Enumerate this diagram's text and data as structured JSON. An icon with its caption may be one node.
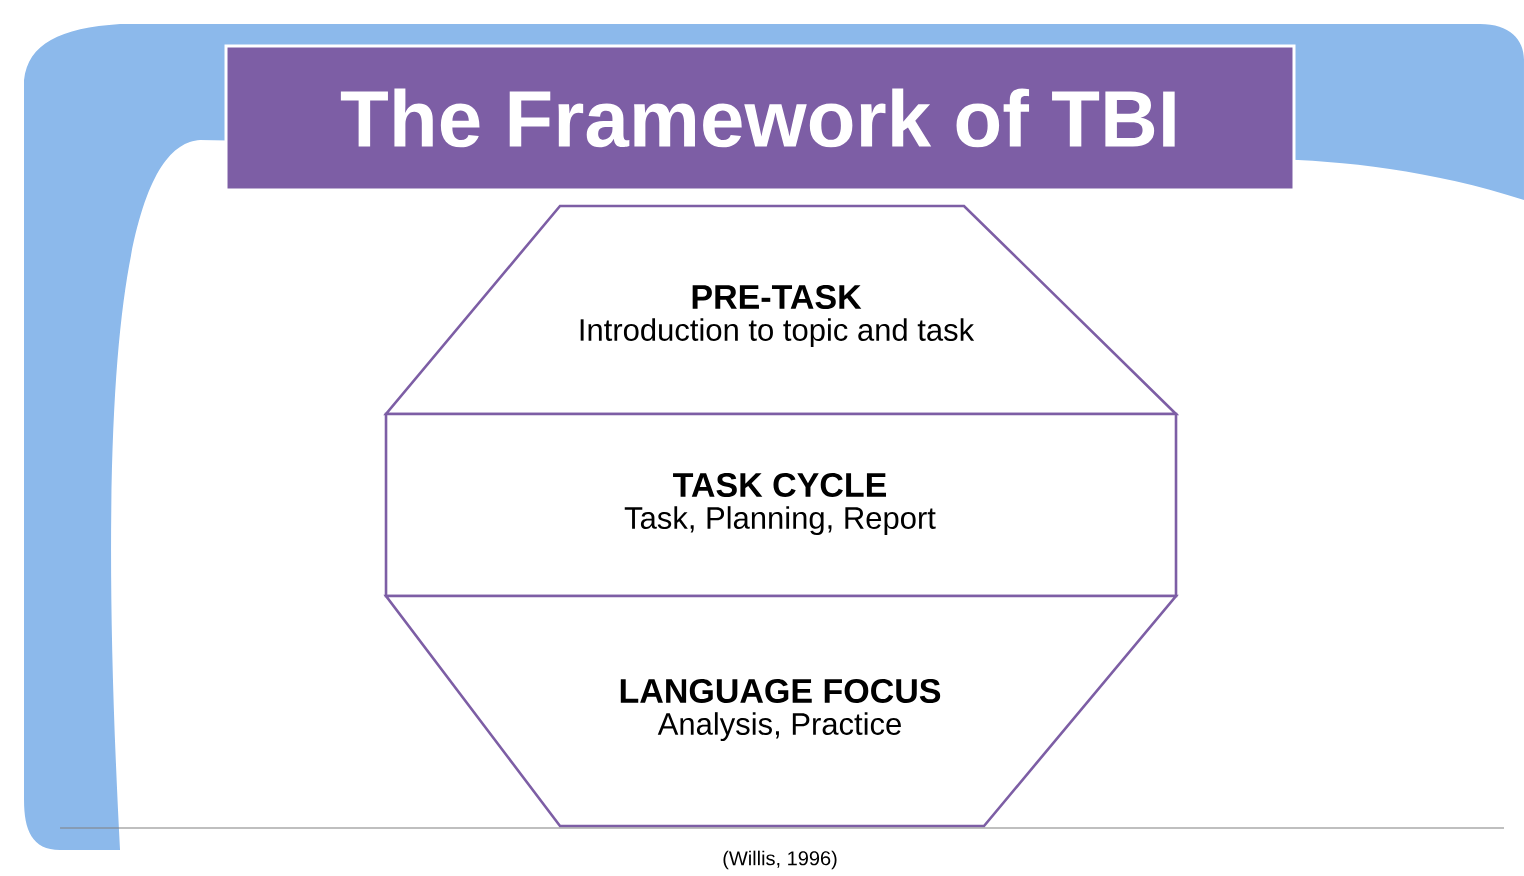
{
  "diagram": {
    "title": "The Framework of TBI",
    "caption": "(Willis, 1996)",
    "nodes": [
      {
        "text": [
          "PRE-TASK",
          "Introduction to topic and task"
        ]
      },
      {
        "text": [
          "TASK CYCLE",
          "Task, Planning, Report"
        ]
      },
      {
        "text": [
          "LANGUAGE FOCUS",
          "Analysis, Practice"
        ]
      }
    ]
  }
}
